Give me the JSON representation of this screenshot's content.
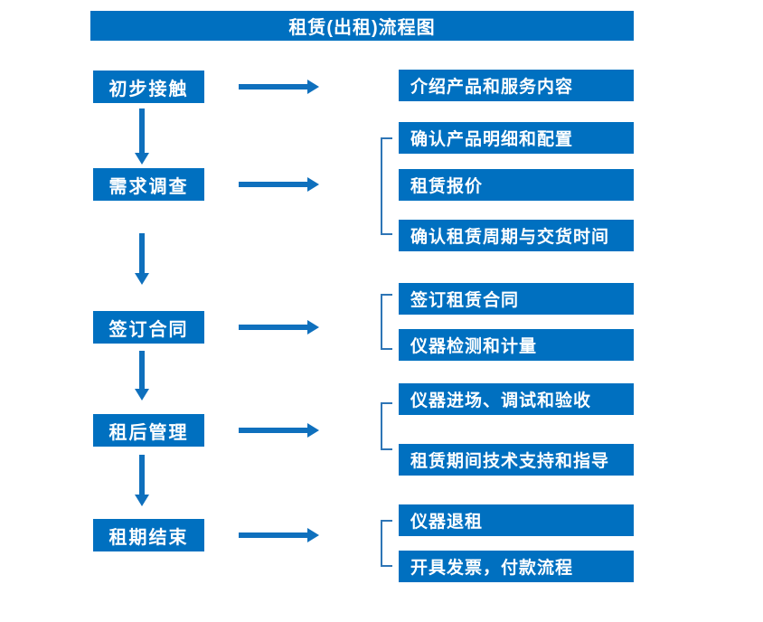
{
  "title": "租赁(出租)流程图",
  "colors": {
    "box_fill": "#0070C0",
    "arrow": "#0F70BD",
    "bracket": "#2E75B6",
    "text": "#FFFFFF",
    "background": "#FFFFFF"
  },
  "stages": [
    {
      "label": "初步接触",
      "details": [
        "介绍产品和服务内容"
      ]
    },
    {
      "label": "需求调查",
      "details": [
        "确认产品明细和配置",
        "租赁报价",
        "确认租赁周期与交货时间"
      ]
    },
    {
      "label": "签订合同",
      "details": [
        "签订租赁合同",
        "仪器检测和计量"
      ]
    },
    {
      "label": "租后管理",
      "details": [
        "仪器进场、调试和验收",
        "租赁期间技术支持和指导"
      ]
    },
    {
      "label": "租期结束",
      "details": [
        "仪器退租",
        "开具发票，付款流程"
      ]
    }
  ]
}
